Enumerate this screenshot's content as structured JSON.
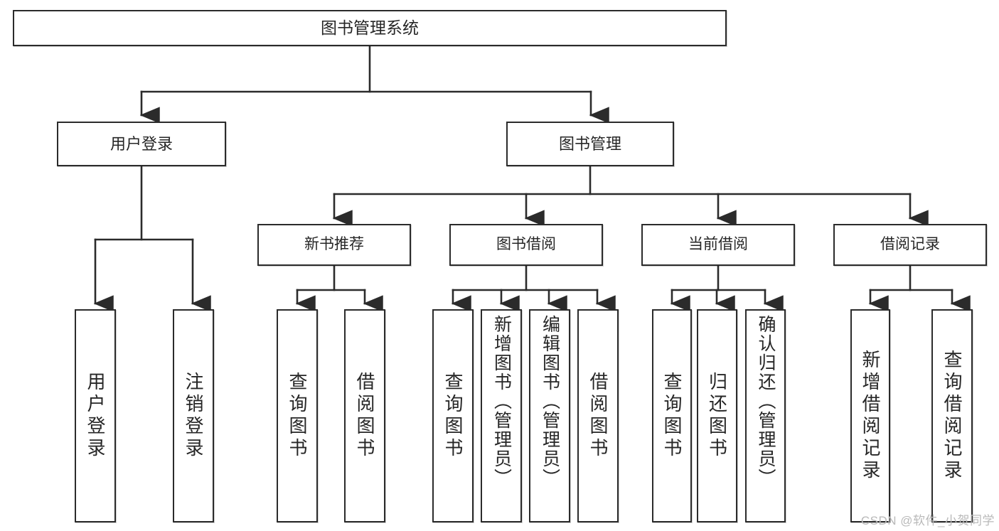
{
  "diagram": {
    "title": "图书管理系统",
    "type": "tree-structure-chart",
    "colors": {
      "background": "#ffffff",
      "box_border": "#2b2b2b",
      "box_fill": "#ffffff",
      "text": "#262626",
      "edge": "#2b2b2b",
      "watermark": "#b9b9b9"
    },
    "root": {
      "label": "图书管理系统"
    },
    "level2": [
      {
        "id": "user-login",
        "label": "用户登录"
      },
      {
        "id": "book-manage",
        "label": "图书管理"
      }
    ],
    "level3": [
      {
        "id": "new-book-recommend",
        "label": "新书推荐"
      },
      {
        "id": "book-borrow",
        "label": "图书借阅"
      },
      {
        "id": "current-borrow",
        "label": "当前借阅"
      },
      {
        "id": "borrow-record",
        "label": "借阅记录"
      }
    ],
    "leaves": [
      {
        "id": "leaf-user-login",
        "parent": "user-login",
        "label": "用户登录"
      },
      {
        "id": "leaf-user-logout",
        "parent": "user-login",
        "label": "注销登录"
      },
      {
        "id": "leaf-query-book-1",
        "parent": "new-book-recommend",
        "label": "查询图书"
      },
      {
        "id": "leaf-borrow-book-1",
        "parent": "new-book-recommend",
        "label": "借阅图书"
      },
      {
        "id": "leaf-query-book-2",
        "parent": "book-borrow",
        "label": "查询图书"
      },
      {
        "id": "leaf-add-book",
        "parent": "book-borrow",
        "label": "新增图书（管理员）"
      },
      {
        "id": "leaf-edit-book",
        "parent": "book-borrow",
        "label": "编辑图书（管理员）"
      },
      {
        "id": "leaf-borrow-book-2",
        "parent": "book-borrow",
        "label": "借阅图书"
      },
      {
        "id": "leaf-query-book-3",
        "parent": "current-borrow",
        "label": "查询图书"
      },
      {
        "id": "leaf-return-book",
        "parent": "current-borrow",
        "label": "归还图书"
      },
      {
        "id": "leaf-confirm-return",
        "parent": "current-borrow",
        "label": "确认归还（管理员）"
      },
      {
        "id": "leaf-add-record",
        "parent": "borrow-record",
        "label": "新增借阅记录"
      },
      {
        "id": "leaf-query-record",
        "parent": "borrow-record",
        "label": "查询借阅记录"
      }
    ],
    "watermark": "CSDN @软件_小贺同学"
  }
}
